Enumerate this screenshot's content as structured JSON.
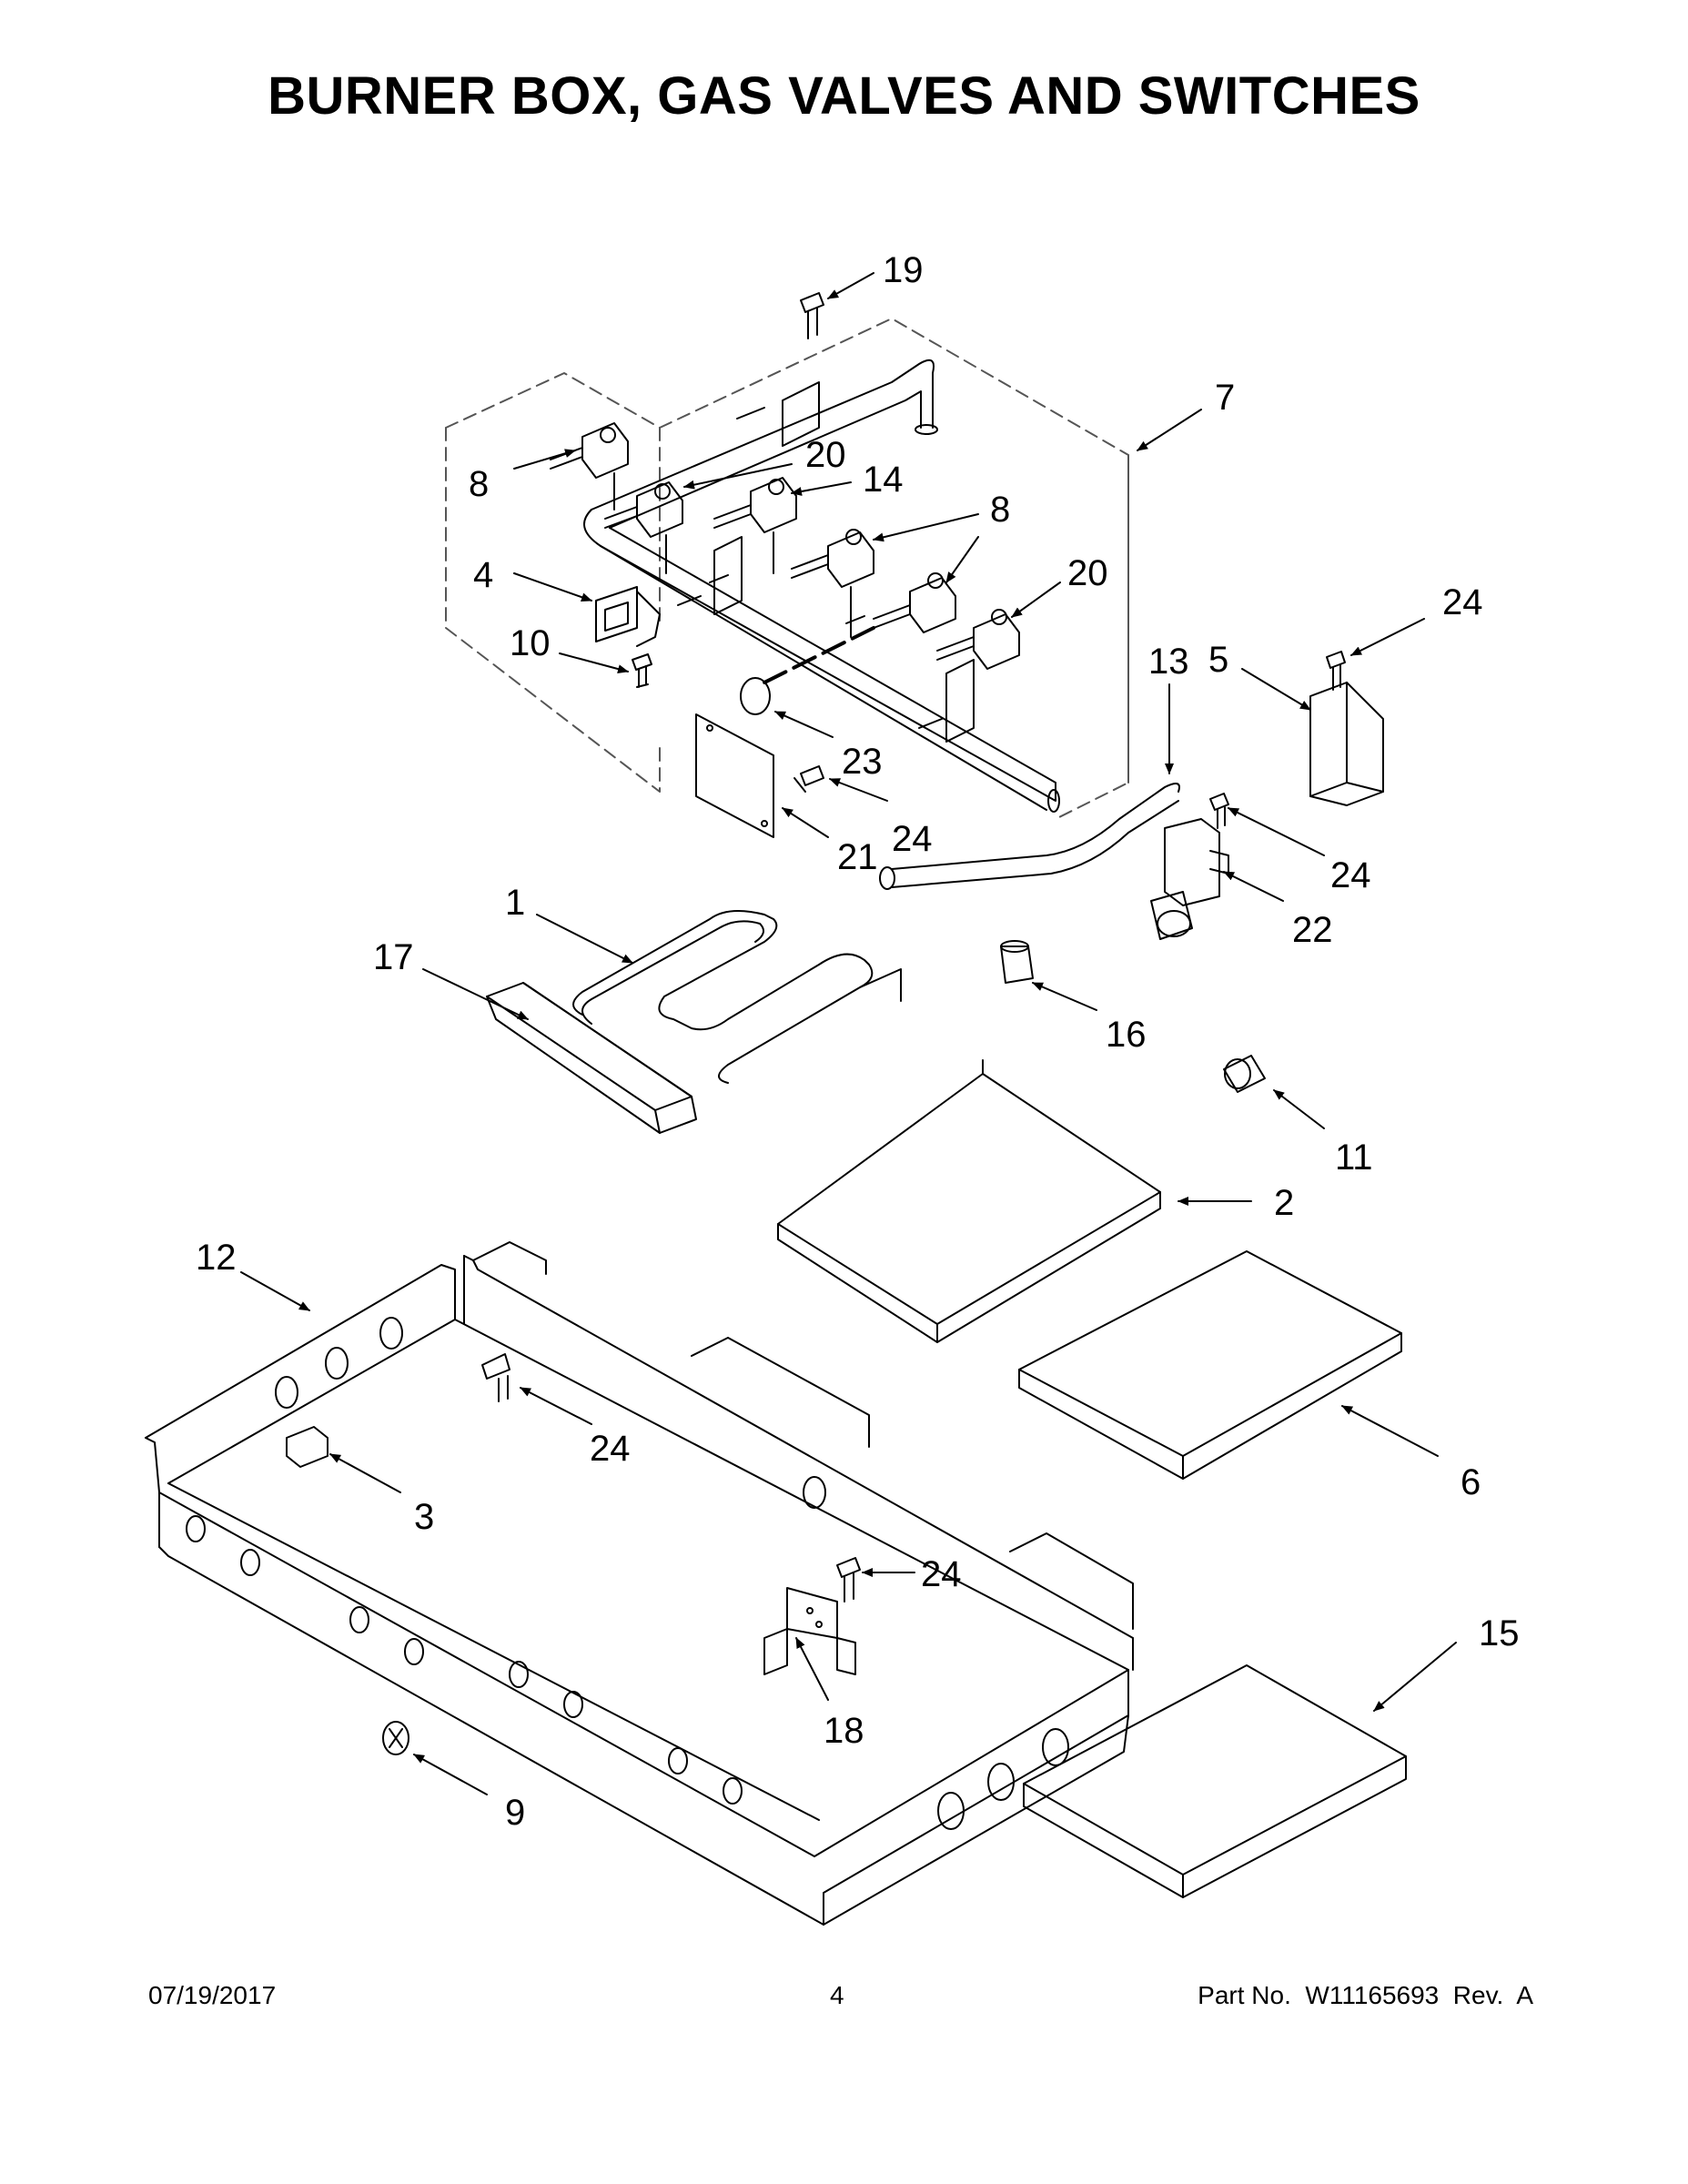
{
  "title": "BURNER BOX, GAS VALVES AND SWITCHES",
  "callouts": [
    {
      "id": "c19",
      "text": "19"
    },
    {
      "id": "c7",
      "text": "7"
    },
    {
      "id": "c8a",
      "text": "8"
    },
    {
      "id": "c20a",
      "text": "20"
    },
    {
      "id": "c14",
      "text": "14"
    },
    {
      "id": "c8b",
      "text": "8"
    },
    {
      "id": "c20b",
      "text": "20"
    },
    {
      "id": "c4",
      "text": "4"
    },
    {
      "id": "c10",
      "text": "10"
    },
    {
      "id": "c24a",
      "text": "24"
    },
    {
      "id": "c13",
      "text": "13"
    },
    {
      "id": "c5",
      "text": "5"
    },
    {
      "id": "c23",
      "text": "23"
    },
    {
      "id": "c24b",
      "text": "24"
    },
    {
      "id": "c21",
      "text": "21"
    },
    {
      "id": "c24c",
      "text": "24"
    },
    {
      "id": "c22",
      "text": "22"
    },
    {
      "id": "c1",
      "text": "1"
    },
    {
      "id": "c17",
      "text": "17"
    },
    {
      "id": "c16",
      "text": "16"
    },
    {
      "id": "c11",
      "text": "11"
    },
    {
      "id": "c2",
      "text": "2"
    },
    {
      "id": "c12",
      "text": "12"
    },
    {
      "id": "c24d",
      "text": "24"
    },
    {
      "id": "c6",
      "text": "6"
    },
    {
      "id": "c3",
      "text": "3"
    },
    {
      "id": "c24e",
      "text": "24"
    },
    {
      "id": "c15",
      "text": "15"
    },
    {
      "id": "c18",
      "text": "18"
    },
    {
      "id": "c9",
      "text": "9"
    }
  ],
  "footer": {
    "date": "07/19/2017",
    "page": "4",
    "part": "Part No.  W11165693  Rev.  A"
  }
}
